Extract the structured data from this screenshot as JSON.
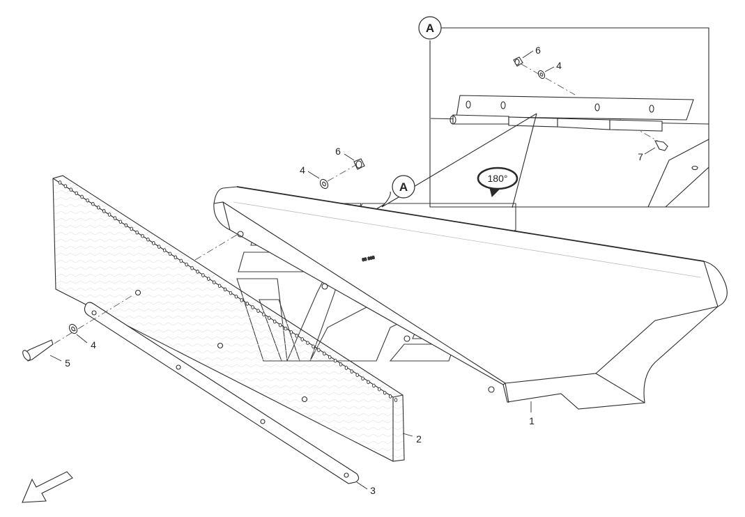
{
  "diagram": {
    "detail_label": "A",
    "detail_view_label": "A",
    "rotation_label": "180°",
    "callouts": {
      "part1": "1",
      "part2": "2",
      "part3": "3",
      "part4_main": "4",
      "part4_bolt": "4",
      "part5": "5",
      "part6_main": "6",
      "part4_detail": "4",
      "part6_detail": "6",
      "part7": "7"
    },
    "colors": {
      "line": "#2a2a2a",
      "watermark_stroke": "#3a3a3a",
      "background": "#ffffff"
    },
    "icons": [
      "direction-arrow-icon",
      "rotate-180-icon"
    ]
  }
}
